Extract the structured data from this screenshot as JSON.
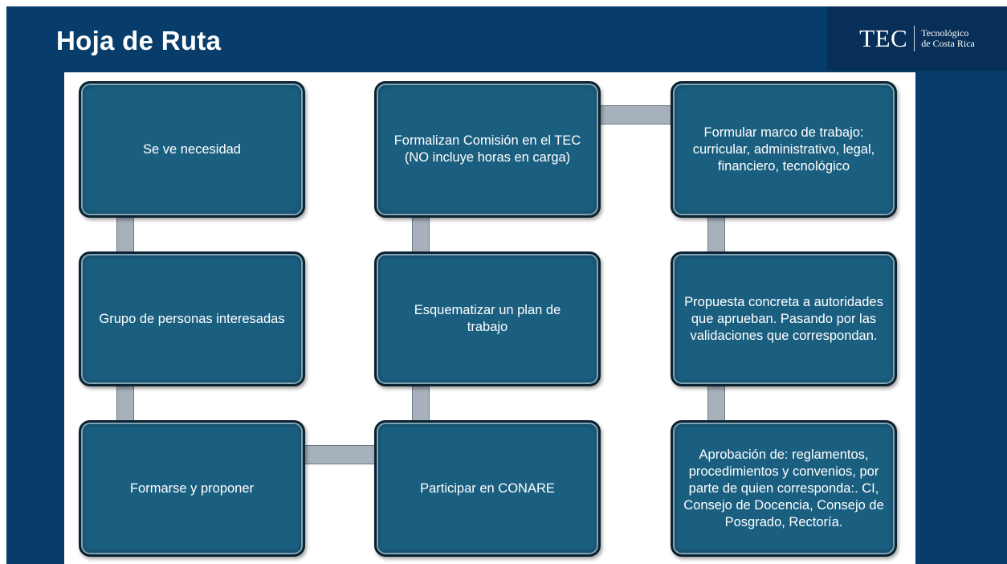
{
  "slide": {
    "title": "Hoja de Ruta",
    "logo": {
      "mark": "TEC",
      "line1": "Tecnológico",
      "line2": "de Costa Rica"
    }
  },
  "steps": [
    {
      "text": "Se ve necesidad"
    },
    {
      "text": "Grupo de personas interesadas"
    },
    {
      "text": "Formarse y proponer"
    },
    {
      "text": "Participar en CONARE"
    },
    {
      "text": "Esquematizar un plan de trabajo"
    },
    {
      "text": "Formalizan Comisión en el TEC (NO incluye horas en carga)"
    },
    {
      "text": "Formular marco de trabajo: curricular, administrativo, legal, financiero, tecnológico"
    },
    {
      "text": "Propuesta concreta a autoridades que aprueban. Pasando por las validaciones que correspondan."
    },
    {
      "text": "Aprobación de: reglamentos, procedimientos y convenios, por parte de quien corresponda:. CI, Consejo de Docencia, Consejo de Posgrado, Rectoría."
    }
  ],
  "colors": {
    "background": "#073c6b",
    "box_fill": "#1b5f80",
    "connector": "#a7b1bc"
  }
}
